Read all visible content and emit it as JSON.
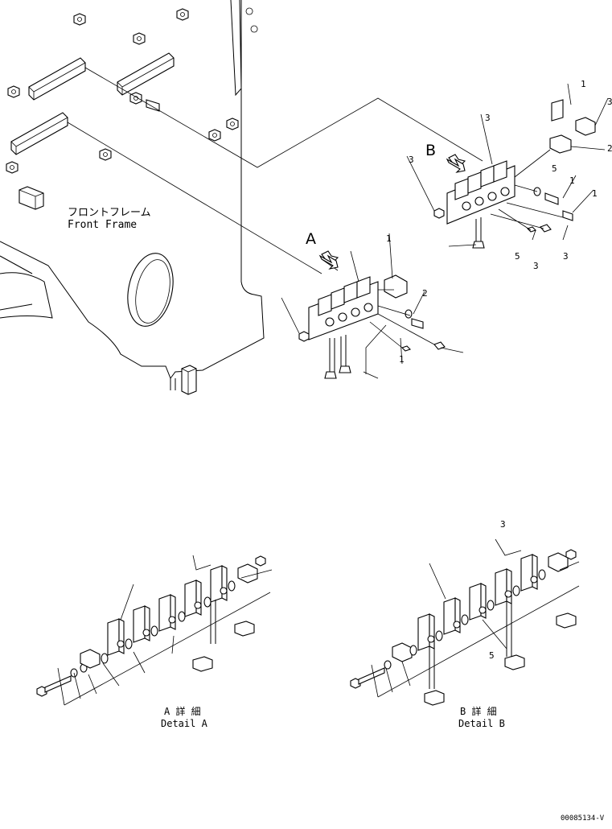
{
  "front_frame": {
    "label_jp": "フロントフレーム",
    "label_en": "Front Frame"
  },
  "callouts": {
    "a": "A",
    "b": "B"
  },
  "detail_a": {
    "jp": "A 詳 細",
    "en": "Detail A"
  },
  "detail_b": {
    "jp": "B 詳 細",
    "en": "Detail B"
  },
  "part_numbers": {
    "n1": "1",
    "n2": "2",
    "n3": "3",
    "n5": "5"
  },
  "drawing_id": "00085134-V"
}
